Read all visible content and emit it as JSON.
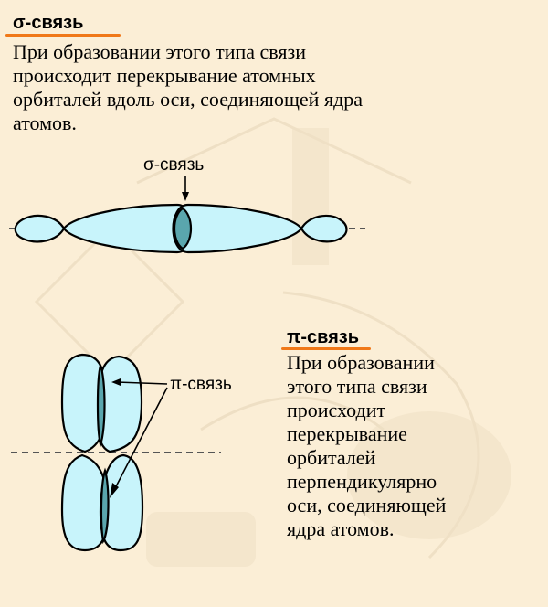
{
  "sigma_section": {
    "heading": "σ-связь",
    "lines": [
      "При образовании этого типа связи",
      "происходит перекрывание атомных",
      "орбиталей вдоль оси, соединяющей ядра",
      "атомов."
    ],
    "diagram_label": "σ-связь"
  },
  "pi_section": {
    "heading": "π-связь",
    "lines": [
      "При образовании",
      "этого типа связи",
      "происходит",
      "перекрывание",
      "орбиталей",
      "перпендикулярно",
      "оси, соединяющей",
      "ядра атомов."
    ],
    "diagram_label": "π-связь"
  },
  "colors": {
    "background": "#fbeed6",
    "orbital_fill": "#c8f4fb",
    "overlap_fill": "#5aa6ad",
    "underline": "#f07818",
    "axis": "#555555"
  }
}
